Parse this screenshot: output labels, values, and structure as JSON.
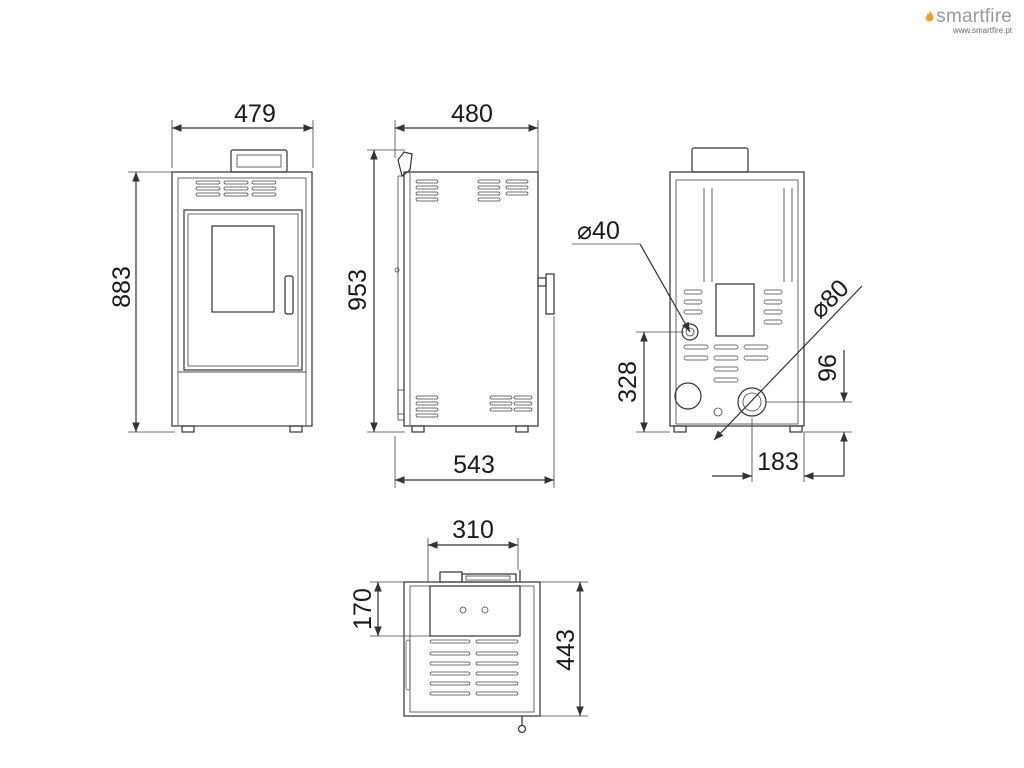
{
  "brand": {
    "name": "smartfire",
    "url": "www.smartfire.pt",
    "flame_color": "#f0a020",
    "text_color": "#9a9a9a"
  },
  "dimensions": {
    "front_width": "479",
    "front_height": "883",
    "side_top_width": "480",
    "side_height": "953",
    "side_bottom_width": "543",
    "rear_pipe_diameter_small": "⌀40",
    "rear_pipe_diameter_large": "⌀80",
    "rear_small_pipe_height": "328",
    "rear_large_pipe_height": "96",
    "rear_large_pipe_offset": "183",
    "top_width": "310",
    "top_depth_offset": "170",
    "top_depth": "443"
  }
}
